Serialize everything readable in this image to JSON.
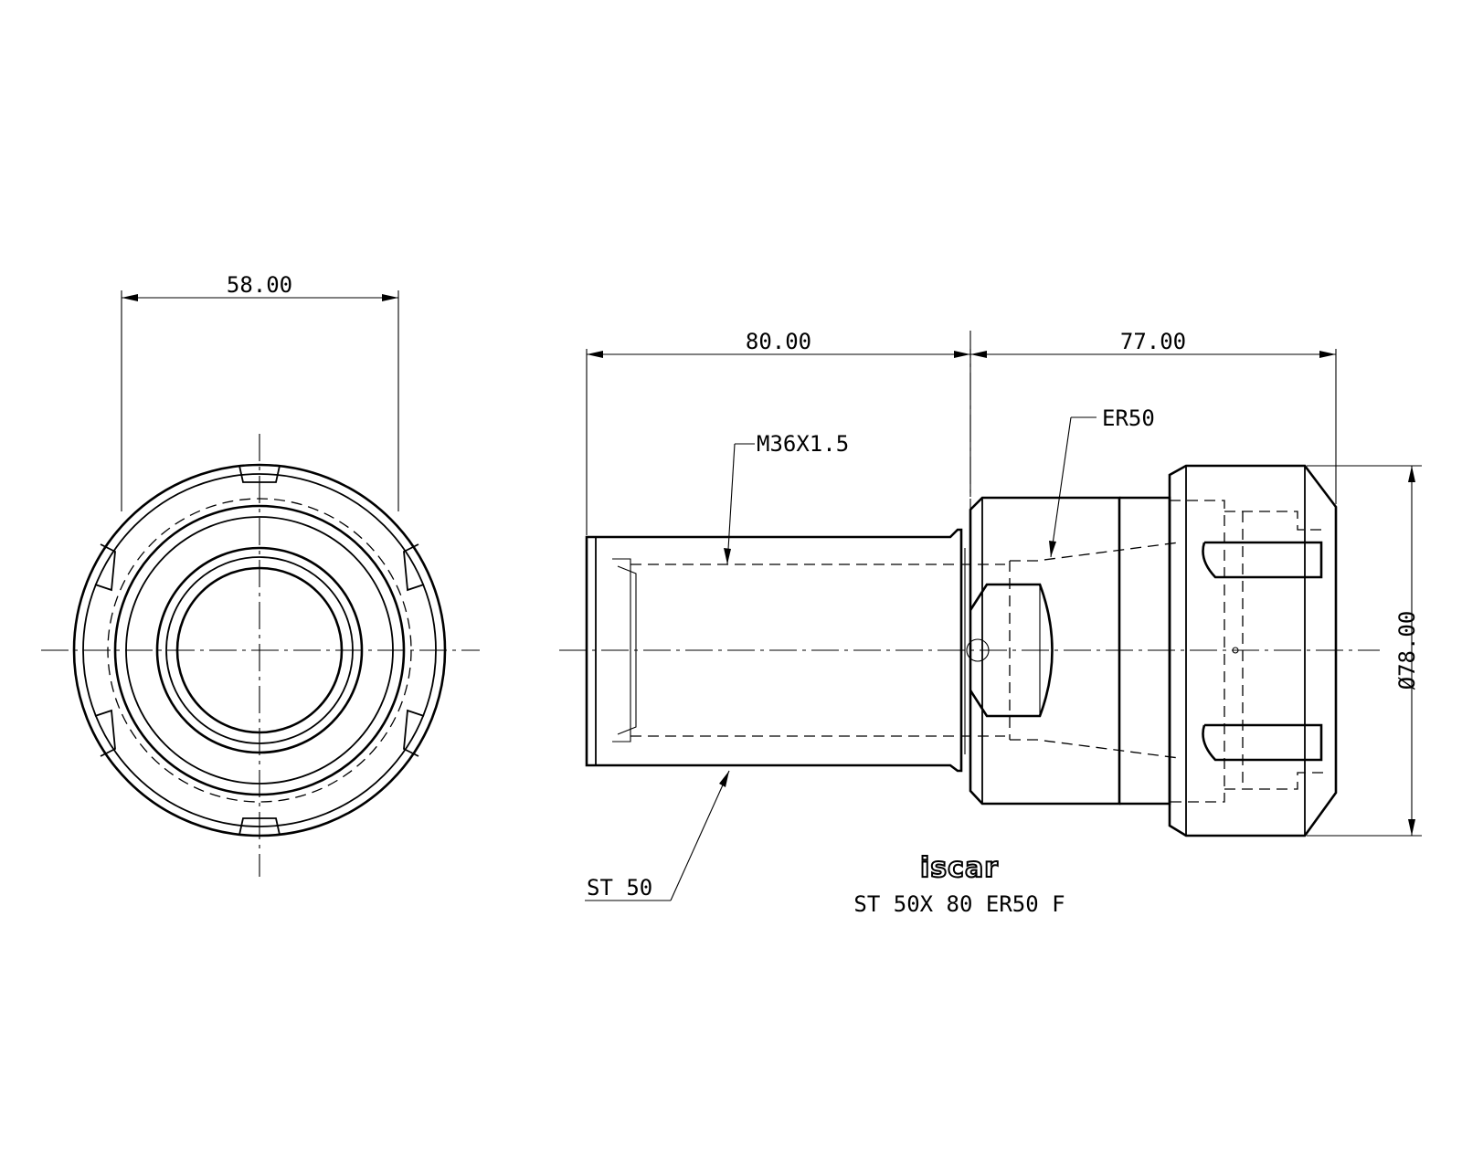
{
  "dimensions": {
    "width_front": "58.00",
    "shank_length": "80.00",
    "head_length": "77.00",
    "diameter": "Ø78.00"
  },
  "callouts": {
    "thread": "M36X1.5",
    "collet": "ER50",
    "shank": "ST 50"
  },
  "title_block": {
    "brand": "iscar",
    "part_number": "ST 50X 80 ER50 F"
  }
}
